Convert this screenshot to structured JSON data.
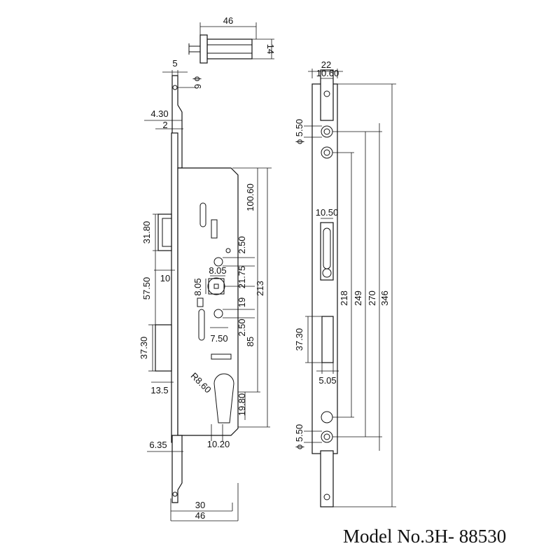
{
  "model_number": "Model No.3H- 88530",
  "left_view": {
    "top_bolt_width": "46",
    "top_bolt_height": "14",
    "offset_5": "5",
    "hole_dia": "ϕ 6",
    "offset_4_30": "4.30",
    "offset_2": "2",
    "case_height_100_60": "100.60",
    "latch_31_80": "31.80",
    "latch_depth_10": "10",
    "dist_57_50": "57.50",
    "bolt_37_30": "37.30",
    "bolt_depth_13_5": "13.5",
    "dim_2_50_top": "2.50",
    "dim_8_05_h": "8.05",
    "dim_8_05_v": "8.05",
    "dim_21_75": "21.75",
    "dim_19": "19",
    "dim_2_50_low": "2.50",
    "dim_7_50": "7.50",
    "dim_213": "213",
    "dim_85": "85",
    "cyl_radius": "R8.60",
    "dim_19_80": "19.80",
    "dim_10_20": "10.20",
    "dim_6_35": "6.35",
    "width_30": "30",
    "width_46": "46"
  },
  "right_view": {
    "faceplate_width": "22",
    "slot_offset": "10.60",
    "hole_dia_top": "ϕ 5.50",
    "slot_width": "10.50",
    "dim_218": "218",
    "dim_249": "249",
    "dim_270": "270",
    "dim_346": "346",
    "bolt_37_30": "37.30",
    "bolt_5_05": "5.05",
    "hole_dia_bottom": "ϕ 5.50"
  }
}
